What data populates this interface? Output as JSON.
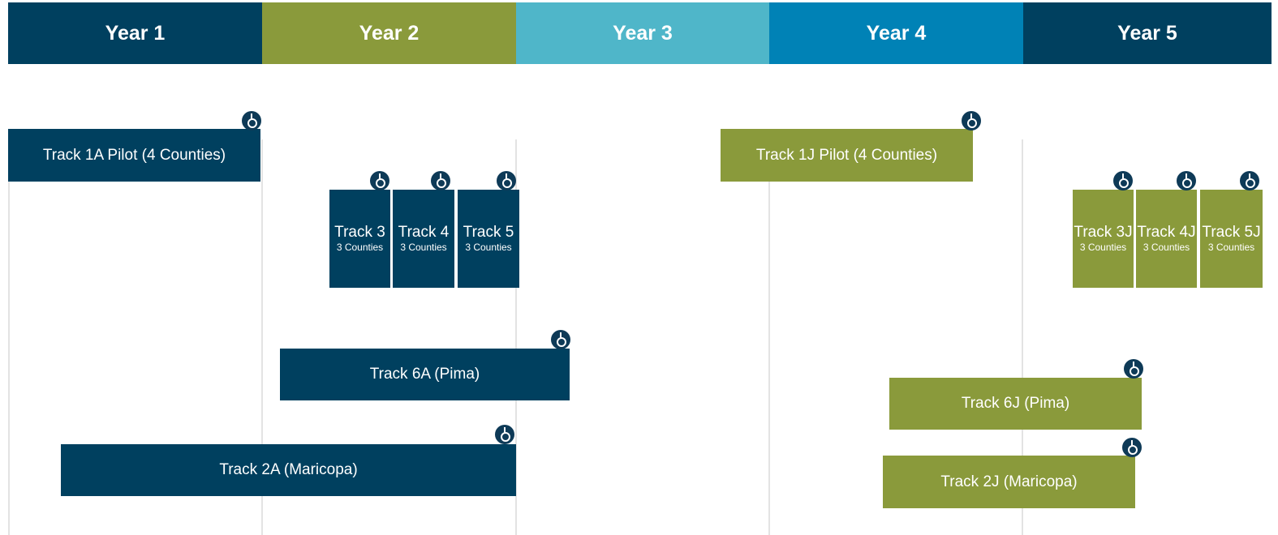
{
  "header": {
    "years": [
      "Year 1",
      "Year 2",
      "Year 3",
      "Year 4",
      "Year 5"
    ]
  },
  "tracks": {
    "t1a": "Track 1A Pilot (4 Counties)",
    "t3": "Track 3",
    "t4": "Track 4",
    "t5": "Track 5",
    "t6a": "Track 6A (Pima)",
    "t2a": "Track 2A (Maricopa)",
    "t1j": "Track 1J Pilot (4 Counties)",
    "t3j": "Track 3J",
    "t4j": "Track 4J",
    "t5j": "Track 5J",
    "t6j": "Track 6J (Pima)",
    "t2j": "Track 2J (Maricopa)",
    "counties": "3 Counties"
  },
  "colors": {
    "navy": "#00405f",
    "olive": "#8a9a3b",
    "light_blue": "#4fb6c9",
    "blue": "#0082b6",
    "milestone": "#0e3a57"
  },
  "icons": {
    "milestone": "milestone-marker-icon"
  }
}
